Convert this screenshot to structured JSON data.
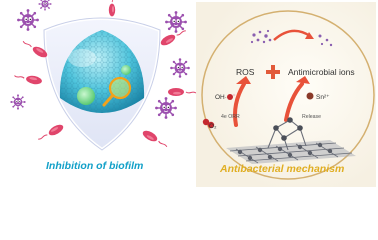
{
  "left_panel": {
    "caption": "Inhibition of biofilm",
    "caption_color": "#12a0c8"
  },
  "right_panel": {
    "caption": "Antibacterial mechanism",
    "caption_color": "#e0ae22",
    "top_row": {
      "ros": "ROS",
      "plus_symbol": "+",
      "antimicrobial_ions": "Antimicrobial ions"
    },
    "labels": {
      "hydroxyl": "OH·",
      "orr": "4e ORR",
      "release": "Release",
      "tin_ion": "Sn²⁺",
      "oxygen": "O₂"
    }
  },
  "colors": {
    "shield": "#e4e7f6",
    "virus": "#9b4fae",
    "bacterium": "#e0456b",
    "ros_arrow": "#e8523a",
    "plus": "#e25a3a",
    "oxygen_atom": "#c4282e",
    "lattice": "#6a6e78",
    "ring": "#d4b070"
  },
  "icons": [
    "virus-icon",
    "bacterium-icon",
    "shield-icon",
    "magnifier-icon"
  ]
}
